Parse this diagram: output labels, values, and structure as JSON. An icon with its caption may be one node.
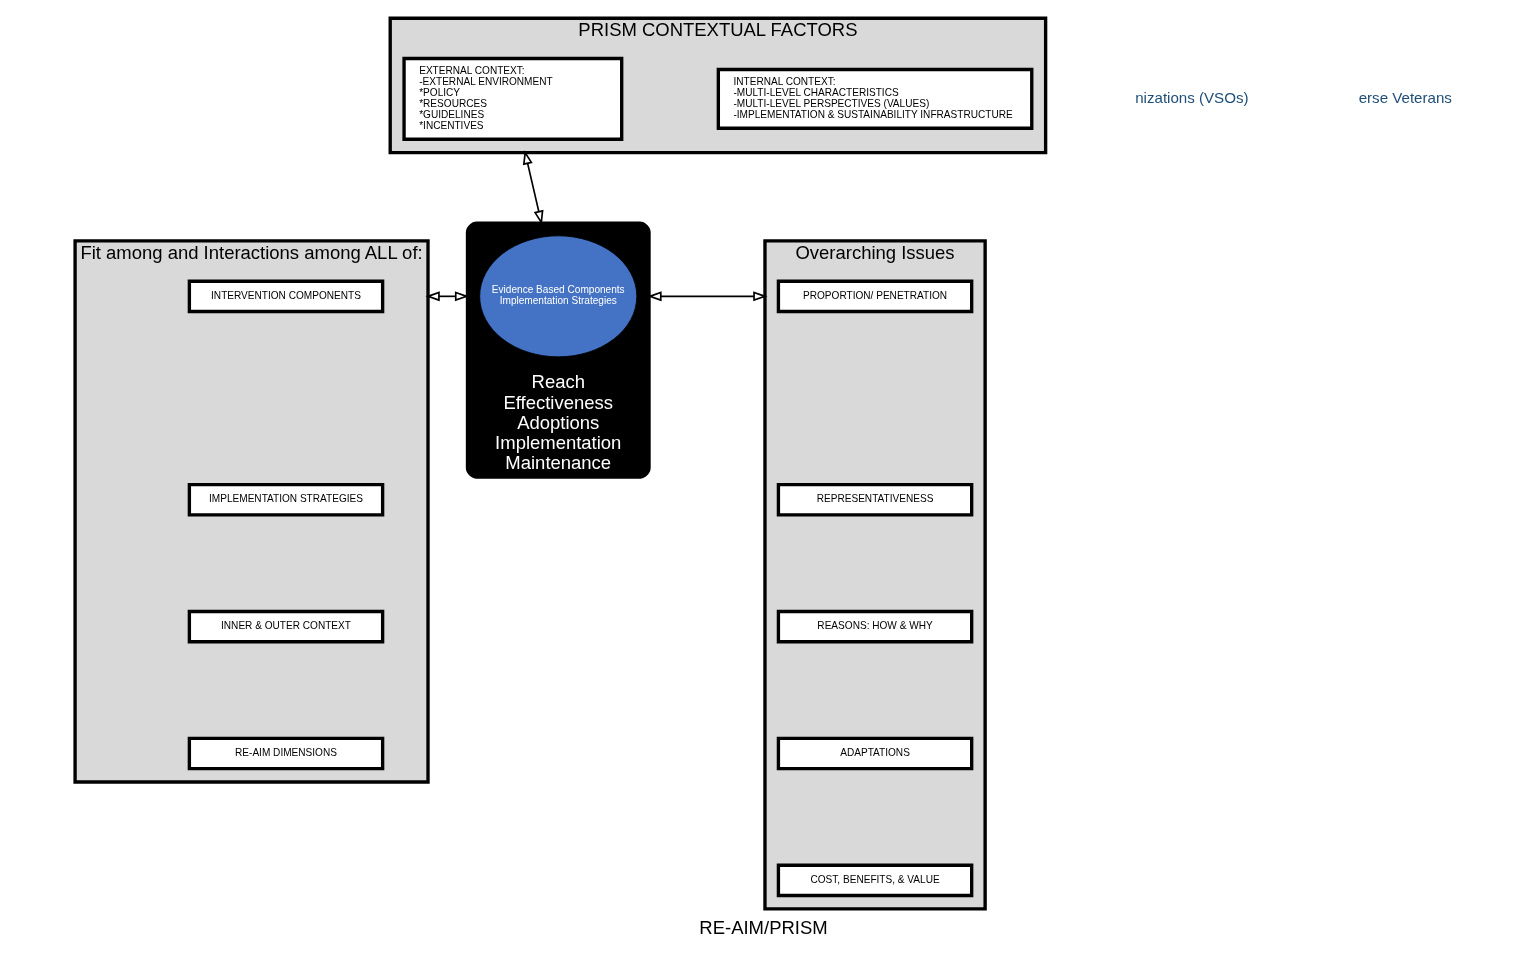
{
  "diagram": {
    "caption": "RE-AIM/PRISM",
    "nodes": [
      {
        "text": [
          "PRISM CONTEXTUAL FACTORS"
        ]
      },
      {
        "text": [
          "EXTERNAL CONTEXT:",
          "-EXTERNAL ENVIRONMENT",
          "*POLICY",
          "*RESOURCES",
          "*GUIDELINES",
          "*INCENTIVES"
        ],
        "in": 0
      },
      {
        "text": [
          "INTERNAL CONTEXT:",
          "-MULTI-LEVEL CHARACTERISTICS",
          "-MULTI-LEVEL PERSPECTIVES (VALUES)",
          "-IMPLEMENTATION & SUSTAINABILITY INFRASTRUCTURE"
        ],
        "in": 0
      },
      {
        "text": [
          "Fit among and Interactions among ALL of:"
        ]
      },
      {
        "text": [
          "INTERVENTION COMPONENTS"
        ],
        "in": 3
      },
      {
        "text": [
          "IMPLEMENTATION STRATEGIES"
        ],
        "in": 3
      },
      {
        "text": [
          "INNER & OUTER CONTEXT"
        ],
        "in": 3
      },
      {
        "text": [
          "RE-AIM DIMENSIONS"
        ],
        "in": 3
      },
      {
        "text": [
          "Reach",
          "Effectiveness",
          "Adoptions",
          "Implementation",
          "Maintenance"
        ]
      },
      {
        "text": [
          "Evidence Based Components",
          "Implementation Strategies"
        ],
        "in": 8
      },
      {
        "text": [
          "Overarching Issues"
        ]
      },
      {
        "text": [
          "PROPORTION/ PENETRATION"
        ],
        "in": 10
      },
      {
        "text": [
          "REPRESENTATIVENESS"
        ],
        "in": 10
      },
      {
        "text": [
          "REASONS: HOW & WHY"
        ],
        "in": 10
      },
      {
        "text": [
          "ADAPTATIONS"
        ],
        "in": 10
      },
      {
        "text": [
          "COST, BENEFITS, & VALUE"
        ],
        "in": 10
      }
    ],
    "edges": [
      {
        "from": 0,
        "to": 8,
        "arrow": "both"
      },
      {
        "from": 3,
        "to": 8,
        "arrow": "both"
      },
      {
        "from": 10,
        "to": 8,
        "arrow": "both"
      }
    ],
    "labels": [
      "nizations (VSOs)",
      "erse Veterans"
    ]
  }
}
